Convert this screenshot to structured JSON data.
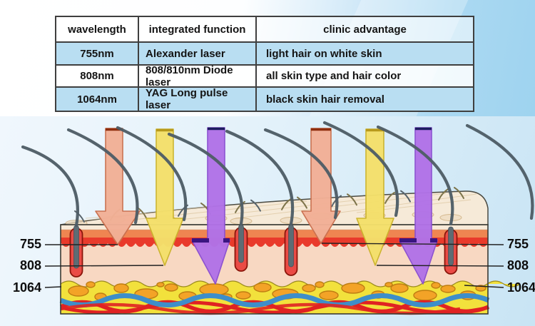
{
  "table": {
    "headers": [
      "wavelength",
      "integrated function",
      "clinic advantage"
    ],
    "rows": [
      {
        "wavelength": "755nm",
        "function": "Alexander laser",
        "advantage": "light hair on white skin"
      },
      {
        "wavelength": "808nm",
        "function": "808/810nm Diode laser",
        "advantage": "all skin type and hair color"
      },
      {
        "wavelength": "1064nm",
        "function": "YAG  Long pulse laser",
        "advantage": "black skin hair removal"
      }
    ]
  },
  "diagram": {
    "left_labels": [
      "755",
      "808",
      "1064"
    ],
    "right_labels": [
      "755",
      "808",
      "1064"
    ],
    "laser_colors": {
      "755nm_alexandrite": "#f2b096",
      "808nm_diode": "#f4e06b",
      "1064nm_yag": "#b172e8"
    },
    "skin_colors": {
      "epidermis_surface": "#f6ead8",
      "epidermis_band": "#ef8551",
      "basal_layer": "#e93a2b",
      "dermis": "#f8d8c2",
      "fat_layer": "#f2e13c",
      "fat_lobule": "#f3a327",
      "vein": "#3e8ec9",
      "artery": "#e02222",
      "hair": "#4e5d66",
      "follicle_bulb": "#ea4b45"
    }
  }
}
